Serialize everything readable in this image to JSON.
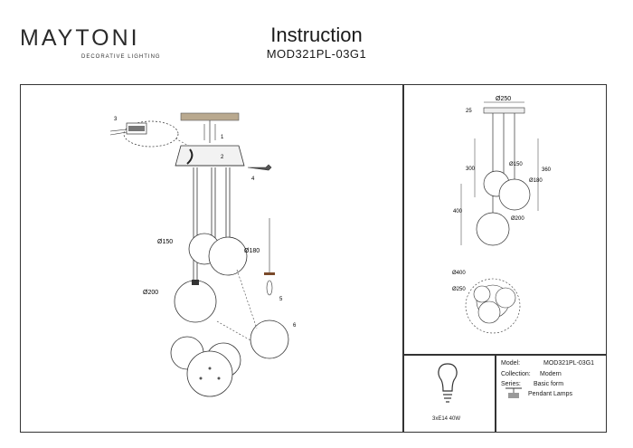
{
  "header": {
    "brand": "MAYTONI",
    "brand_sub": "DECORATIVE LIGHTING",
    "title": "Instruction",
    "model_code": "MOD321PL-03G1"
  },
  "assembly": {
    "callouts": [
      "1",
      "2",
      "3",
      "4",
      "5",
      "6"
    ],
    "dims": {
      "d150": "Ø150",
      "d180": "Ø180",
      "d200": "Ø200"
    }
  },
  "spec_drawing": {
    "d250_top": "Ø250",
    "h25": "25",
    "h300": "300",
    "h360": "360",
    "h400": "400",
    "d150": "Ø150",
    "d180": "Ø180",
    "d200": "Ø200",
    "d400": "Ø400",
    "d250_bottom": "Ø250"
  },
  "lamp_spec": "3xE14 40W",
  "info": {
    "model_label": "Model:",
    "model_value": "MOD321PL-03G1",
    "collection_label": "Collection:",
    "collection_value": "Modern",
    "series_label": "Series:",
    "series_value": "Basic form",
    "type_value": "Pendant Lamps"
  }
}
